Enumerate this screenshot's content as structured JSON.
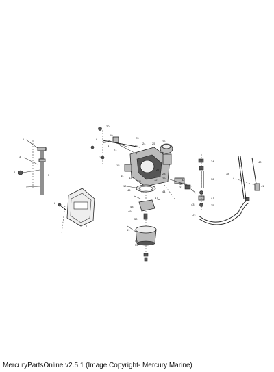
{
  "caption": "MercuryPartsOnline v2.5.1 (Image Copyright- Mercury Marine)",
  "callouts": [
    "1",
    "2",
    "3",
    "4",
    "5",
    "6",
    "7",
    "8",
    "10",
    "11",
    "12",
    "13",
    "14",
    "15",
    "16",
    "17",
    "18",
    "19",
    "20",
    "21",
    "22",
    "23",
    "24",
    "25",
    "26",
    "27",
    "28",
    "29",
    "30",
    "31",
    "32",
    "33",
    "34",
    "35",
    "36",
    "37",
    "38",
    "39",
    "40",
    "41",
    "42",
    "43",
    "44",
    "45",
    "46",
    "47",
    "48",
    "49",
    "50",
    "51",
    "52",
    "53"
  ]
}
